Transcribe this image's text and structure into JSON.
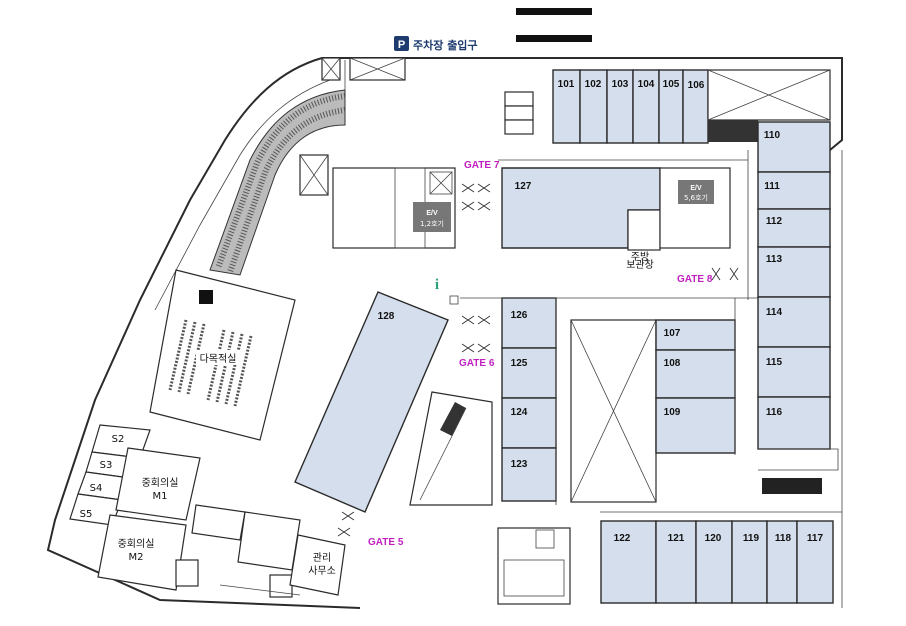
{
  "parking": {
    "badge": "P",
    "label": "주차장 출입구"
  },
  "gates": {
    "g5": "GATE 5",
    "g6": "GATE 6",
    "g7": "GATE 7",
    "g8": "GATE 8"
  },
  "elevators": {
    "ev12_line1": "E/V",
    "ev12_line2": "1,2호기",
    "ev56_line1": "E/V",
    "ev56_line2": "5,6호기"
  },
  "info_icon": "i",
  "rooms": {
    "r101": "101",
    "r102": "102",
    "r103": "103",
    "r104": "104",
    "r105": "105",
    "r106": "106",
    "r107": "107",
    "r108": "108",
    "r109": "109",
    "r110": "110",
    "r111": "111",
    "r112": "112",
    "r113": "113",
    "r114": "114",
    "r115": "115",
    "r116": "116",
    "r117": "117",
    "r118": "118",
    "r119": "119",
    "r120": "120",
    "r121": "121",
    "r122": "122",
    "r123": "123",
    "r124": "124",
    "r125": "125",
    "r126": "126",
    "r127": "127",
    "r128": "128",
    "s2": "S2",
    "s3": "S3",
    "s4": "S4",
    "s5": "S5",
    "multi": "다목적실",
    "m1_line1": "중회의실",
    "m1_line2": "M1",
    "m2_line1": "중회의실",
    "m2_line2": "M2",
    "office_line1": "관리",
    "office_line2": "사무소",
    "storage_line1": "주방",
    "storage_line2": "보관창"
  },
  "colors": {
    "room_fill": "#d5deec",
    "gate_text": "#c020c0",
    "parking_badge": "#1d3b6e",
    "info": "#2aa37a"
  }
}
